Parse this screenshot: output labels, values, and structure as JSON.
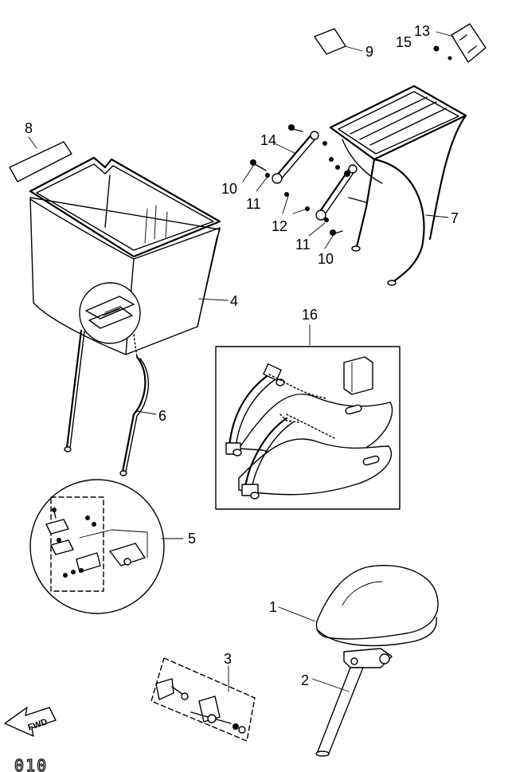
{
  "diagram": {
    "callouts": {
      "c1": "1",
      "c2": "2",
      "c3": "3",
      "c4": "4",
      "c5": "5",
      "c6": "6",
      "c7": "7",
      "c8": "8",
      "c9": "9",
      "c10a": "10",
      "c10b": "10",
      "c11a": "11",
      "c11b": "11",
      "c12": "12",
      "c13": "13",
      "c14": "14",
      "c15": "15",
      "c16": "16"
    },
    "fwd_label": "FWD",
    "page_code": "_010"
  }
}
